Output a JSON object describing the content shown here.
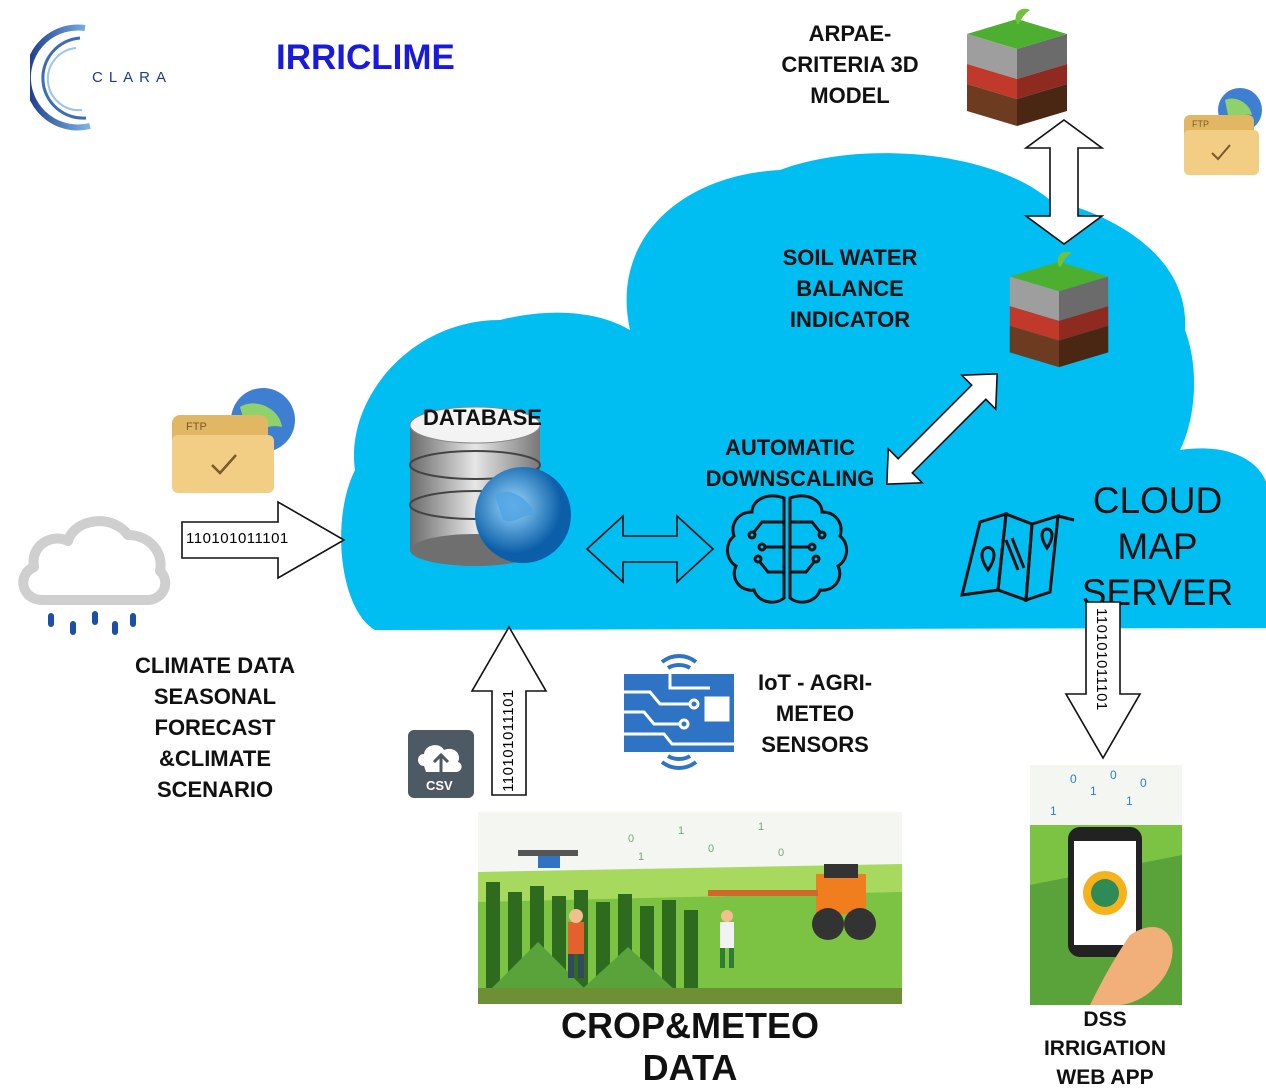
{
  "title": "IRRICLIME",
  "logo": {
    "text": "CLARA"
  },
  "labels": {
    "arpae": "ARPAE-\nCRITERIA 3D\nMODEL",
    "soil": "SOIL WATER\nBALANCE\nINDICATOR",
    "database": "DATABASE",
    "downscaling": "AUTOMATIC\nDOWNSCALING",
    "cloud_map": "CLOUD\nMAP\nSERVER",
    "climate": "CLIMATE DATA\nSEASONAL\nFORECAST\n&CLIMATE\nSCENARIO",
    "iot": "IoT - AGRI-\nMETEO\nSENSORS",
    "crop": "CROP&METEO\nDATA",
    "dss": "DSS\nIRRIGATION\nWEB APP"
  },
  "binary": {
    "left": "110101011101",
    "bottom": "110101011101",
    "right": "110101011101"
  },
  "icons": {
    "ftp": "FTP",
    "csv": "CSV"
  },
  "colors": {
    "cloud": "#00bdf2",
    "title": "#1a1adc"
  }
}
